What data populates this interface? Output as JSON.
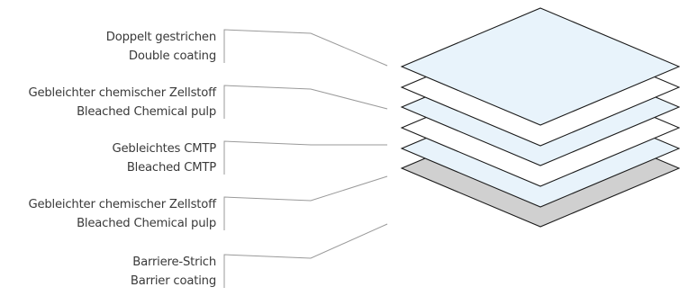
{
  "layers": [
    {
      "de": "Doppelt gestrichen",
      "en": "Double coating",
      "fill": "#e8f3fb"
    },
    {
      "de": "Gebleichter chemischer Zellstoff",
      "en": "Bleached Chemical pulp",
      "fill": "#ffffff"
    },
    {
      "de": "Gebleichtes CMTP",
      "en": "Bleached CMTP",
      "fill": "#e8f3fb"
    },
    {
      "de": "Gebleichter chemischer Zellstoff",
      "en": "Bleached Chemical pulp",
      "fill": "#ffffff"
    },
    {
      "de": "Barriere-Strich",
      "en": "Barrier coating",
      "fill": "#e8f3fb"
    }
  ],
  "bottom_layer_fill": "#d0d0d0",
  "line_color": "#9a9a9a",
  "outline_color": "#1a1a1a"
}
